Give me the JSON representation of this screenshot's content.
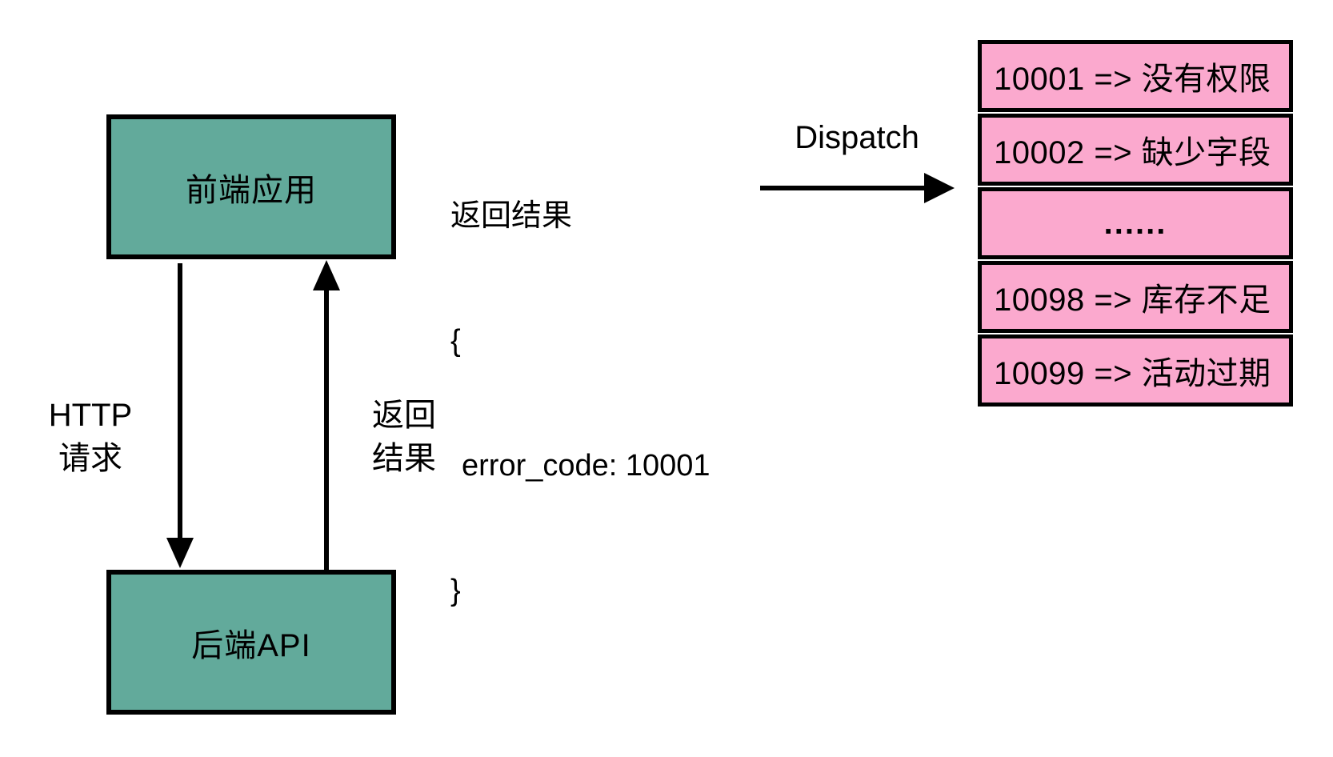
{
  "diagram": {
    "frontend_box_label": "前端应用",
    "backend_box_label": "后端API",
    "request_arrow": {
      "line1": "HTTP",
      "line2": "请求"
    },
    "return_arrow": {
      "line1": "返回",
      "line2": "结果"
    },
    "response_snippet": {
      "title": "返回结果",
      "open_brace": "{",
      "body": "error_code: 10001",
      "close_brace": "}"
    },
    "dispatch_arrow_label": "Dispatch",
    "error_code_table": {
      "rows": [
        "10001 => 没有权限",
        "10002 => 缺少字段",
        "......",
        "10098 => 库存不足",
        "10099 => 活动过期"
      ]
    },
    "colors": {
      "node_fill": "#62aa9b",
      "table_row_fill": "#fba9ce",
      "stroke": "#000000",
      "background": "#ffffff"
    }
  }
}
